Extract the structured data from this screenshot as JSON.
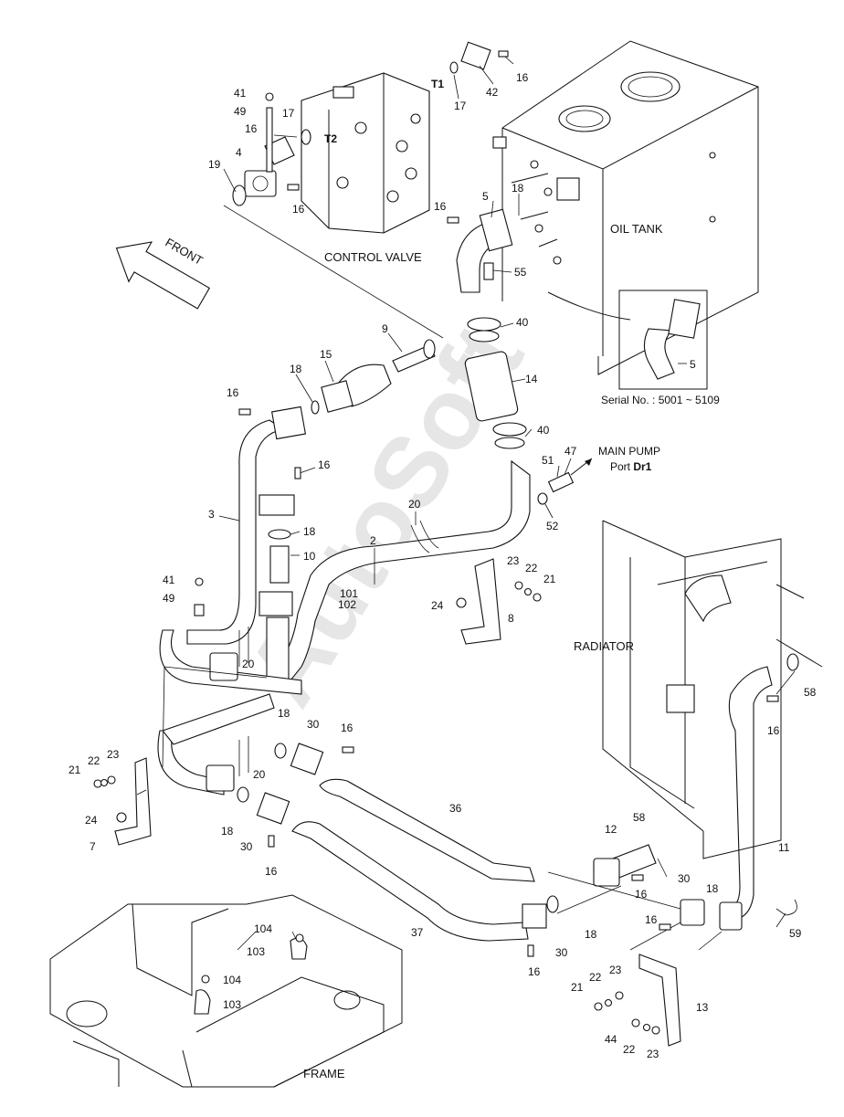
{
  "labels": {
    "control_valve": "CONTROL VALVE",
    "oil_tank": "OIL TANK",
    "front": "FRONT",
    "main_pump": "MAIN PUMP",
    "port_prefix": "Port ",
    "port_name": "Dr1",
    "radiator": "RADIATOR",
    "frame": "FRAME",
    "serial": "Serial No. : 5001 ~ 5109",
    "t1": "T1",
    "t2": "T2",
    "inset_part": "5",
    "watermark": "AutoSoft"
  },
  "callouts": {
    "c16a": "16",
    "c42": "42",
    "c17a": "17",
    "c41a": "41",
    "c49a": "49",
    "c16b": "16",
    "c17b": "17",
    "c4": "4",
    "c19": "19",
    "c16c": "16",
    "c16d": "16",
    "c5": "5",
    "c18a": "18",
    "c55": "55",
    "c40a": "40",
    "c9": "9",
    "c15": "15",
    "c18b": "18",
    "c16e": "16",
    "c14": "14",
    "c40b": "40",
    "c51": "51",
    "c47": "47",
    "c3": "3",
    "c16f": "16",
    "c20a": "20",
    "c52": "52",
    "c18c": "18",
    "c10": "10",
    "c2": "2",
    "c23a": "23",
    "c22a": "22",
    "c21a": "21",
    "c41b": "41",
    "c49b": "49",
    "c101": "101",
    "c102": "102",
    "c24a": "24",
    "c8": "8",
    "c20b": "20",
    "c18d": "18",
    "c58a": "58",
    "c30a": "30",
    "c16g": "16",
    "c16h": "16",
    "c21b": "21",
    "c22b": "22",
    "c23b": "23",
    "c20c": "20",
    "c36": "36",
    "c58b": "58",
    "c24b": "24",
    "c18e": "18",
    "c30b": "30",
    "c12": "12",
    "c11": "11",
    "c7": "7",
    "c16i": "16",
    "c16j": "16",
    "c30c": "30",
    "c18f": "18",
    "c37": "37",
    "c18g": "18",
    "c30d": "30",
    "c59": "59",
    "c16k": "16",
    "c104a": "104",
    "c103a": "103",
    "c104b": "104",
    "c103b": "103",
    "c16l": "16",
    "c21c": "21",
    "c22c": "22",
    "c23c": "23",
    "c13": "13",
    "c44": "44",
    "c22d": "22",
    "c23d": "23"
  }
}
